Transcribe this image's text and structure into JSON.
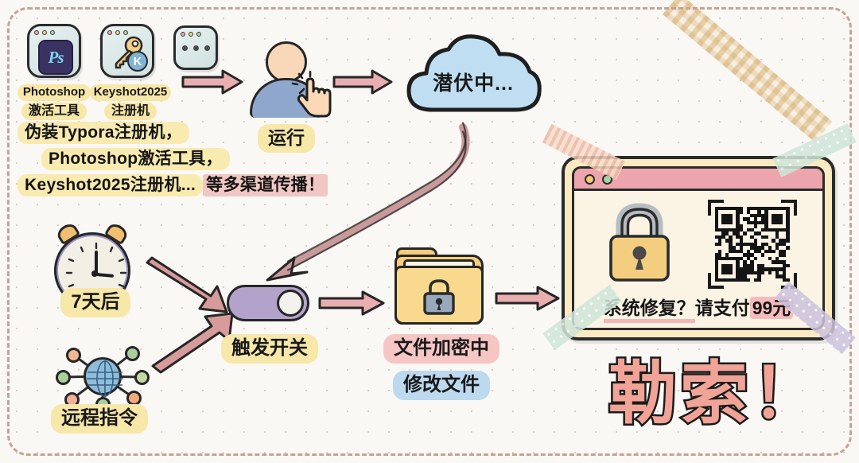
{
  "poster": {
    "title_word": "勒索！",
    "background": "#faf8f5",
    "accent_pink": "#eda5ad",
    "accent_yellow": "#f7e7a8",
    "accent_blue": "#bcd9ee",
    "border_color": "#c9a195"
  },
  "apps": [
    {
      "icon": "photoshop-app-icon",
      "glyph": "Ps",
      "label_line1": "Photoshop",
      "label_line2": "激活工具"
    },
    {
      "icon": "keyshot-app-icon",
      "glyph": "K",
      "label_line1": "Keyshot2025",
      "label_line2": "注册机"
    },
    {
      "icon": "more-apps-icon",
      "glyph": "...",
      "label_line1": "",
      "label_line2": ""
    }
  ],
  "sentence": {
    "line1": "伪装Typora注册机，",
    "line2": "Photoshop激活工具，",
    "line3a": "Keyshot2025注册机...",
    "line3b": "等多渠道传播！"
  },
  "stages": {
    "run": {
      "label": "运行",
      "icon": "user-click-icon"
    },
    "cloud": {
      "label": "潜伏中...",
      "icon": "cloud-icon"
    },
    "timer": {
      "label": "7天后",
      "icon": "alarm-clock-icon"
    },
    "remote": {
      "label": "远程指令",
      "icon": "network-globe-icon"
    },
    "trigger": {
      "label": "触发开关",
      "icon": "toggle-switch-icon"
    },
    "encrypt": {
      "label": "文件加密中",
      "icon": "locked-folder-icon"
    },
    "modify": {
      "label": "修改文件"
    }
  },
  "ransom_window": {
    "lock_icon": "padlock-icon",
    "qr_icon": "qr-code-icon",
    "caption_prefix": "系统修复？",
    "caption_mid": "请支付",
    "caption_amount": "99元",
    "dots": [
      "yellow",
      "green"
    ]
  },
  "tapes": [
    {
      "name": "corner-tape",
      "style": "gingham-beige"
    },
    {
      "name": "window-tape-top-left",
      "style": "striped-pink"
    },
    {
      "name": "window-tape-top-right",
      "style": "dotted-mint"
    },
    {
      "name": "window-tape-bottom-left",
      "style": "dotted-mint"
    },
    {
      "name": "window-tape-bottom-right",
      "style": "dotted-lavender"
    }
  ]
}
